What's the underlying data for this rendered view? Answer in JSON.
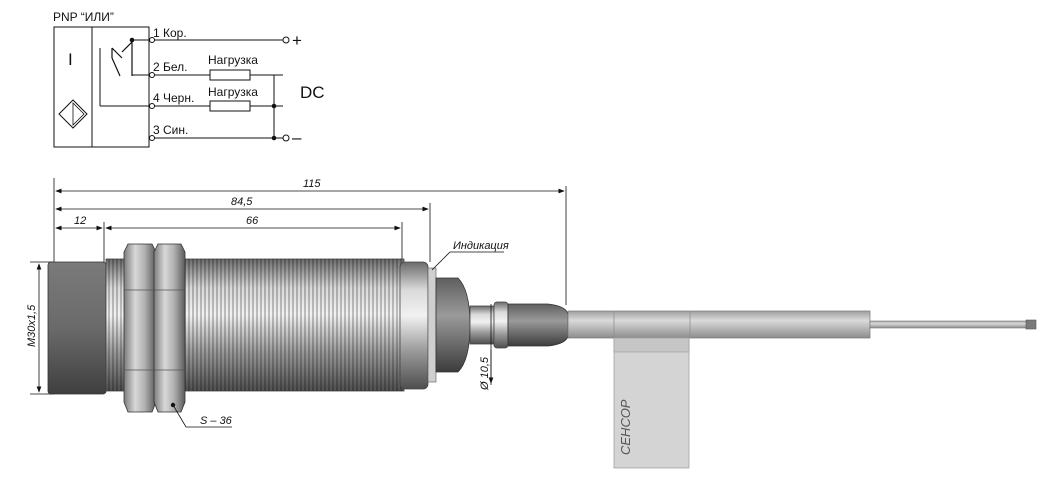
{
  "schematic": {
    "title": "PNP “ИЛИ”",
    "mode_symbol": "I",
    "wires": [
      {
        "label": "1 Кор."
      },
      {
        "label": "2 Бел."
      },
      {
        "label": "4 Черн."
      },
      {
        "label": "3 Син."
      }
    ],
    "loads": [
      "Нагрузка",
      "Нагрузка"
    ],
    "supply_label": "DC",
    "plus_sign": "+",
    "minus_sign": "–"
  },
  "drawing": {
    "dimensions": {
      "total_length": "115",
      "body_length": "84,5",
      "front_length": "12",
      "thread_length": "66",
      "thread_size": "M30x1,5",
      "cable_diameter": "Ø 10,5",
      "wrench_size": "S – 36"
    },
    "indicator_callout": "Индикация",
    "brand_tag": "СЕНСОР"
  },
  "colors": {
    "line": "#111111",
    "metal_dark": "#5a5a5a",
    "metal_light": "#e6e6e6",
    "sensor_face": "#6e6e6e",
    "cable": "#c8c8c8",
    "tag": "#d4d4d4"
  }
}
